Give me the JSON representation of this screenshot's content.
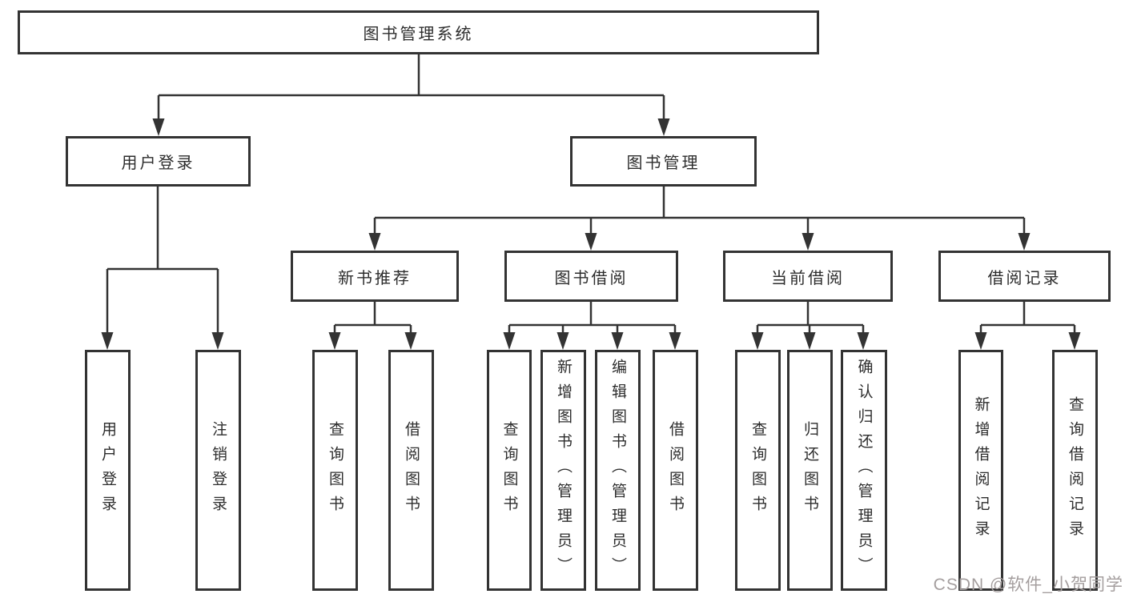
{
  "tree": {
    "label": "图书管理系统",
    "children": [
      {
        "label": "用户登录",
        "children": [
          {
            "label": "用户登录"
          },
          {
            "label": "注销登录"
          }
        ]
      },
      {
        "label": "图书管理",
        "children": [
          {
            "label": "新书推荐",
            "children": [
              {
                "label": "查询图书"
              },
              {
                "label": "借阅图书"
              }
            ]
          },
          {
            "label": "图书借阅",
            "children": [
              {
                "label": "查询图书"
              },
              {
                "label": "新增图书（管理员）"
              },
              {
                "label": "编辑图书（管理员）"
              },
              {
                "label": "借阅图书"
              }
            ]
          },
          {
            "label": "当前借阅",
            "children": [
              {
                "label": "查询图书"
              },
              {
                "label": "归还图书"
              },
              {
                "label": "确认归还（管理员）"
              }
            ]
          },
          {
            "label": "借阅记录",
            "children": [
              {
                "label": "新增借阅记录"
              },
              {
                "label": "查询借阅记录"
              }
            ]
          }
        ]
      }
    ]
  },
  "watermark": {
    "text": "CSDN @软件_小贺同学"
  },
  "colors": {
    "line": "#333333",
    "node_border": "#333333",
    "node_background": "#ffffff",
    "text": "#2d2d2d",
    "watermark_text": "#a49e9e"
  }
}
